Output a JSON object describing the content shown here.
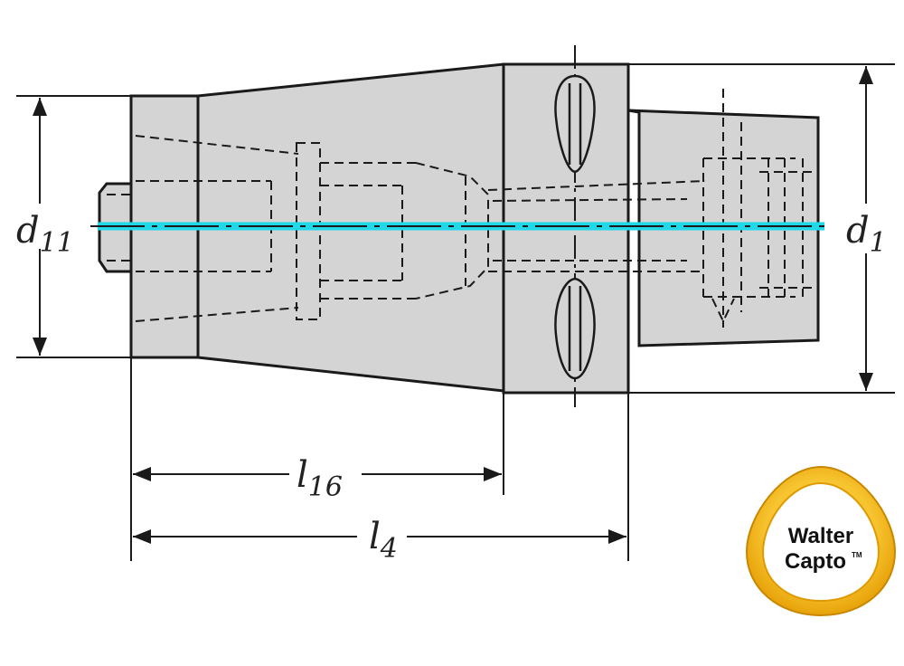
{
  "drawing": {
    "dimensions": {
      "d11": {
        "base": "d",
        "sub": "11"
      },
      "d1": {
        "base": "d",
        "sub": "1"
      },
      "l16": {
        "base": "l",
        "sub": "16"
      },
      "l4": {
        "base": "l",
        "sub": "4"
      }
    }
  },
  "logo": {
    "line1": "Walter",
    "line2": "Capto",
    "trademark": "TM"
  },
  "colors": {
    "body_fill": "#d4d4d4",
    "outline": "#1a1a1a",
    "centerline": "#20d8e8",
    "logo_ring": "#f2a900",
    "logo_ring_light": "#fce9a8"
  }
}
